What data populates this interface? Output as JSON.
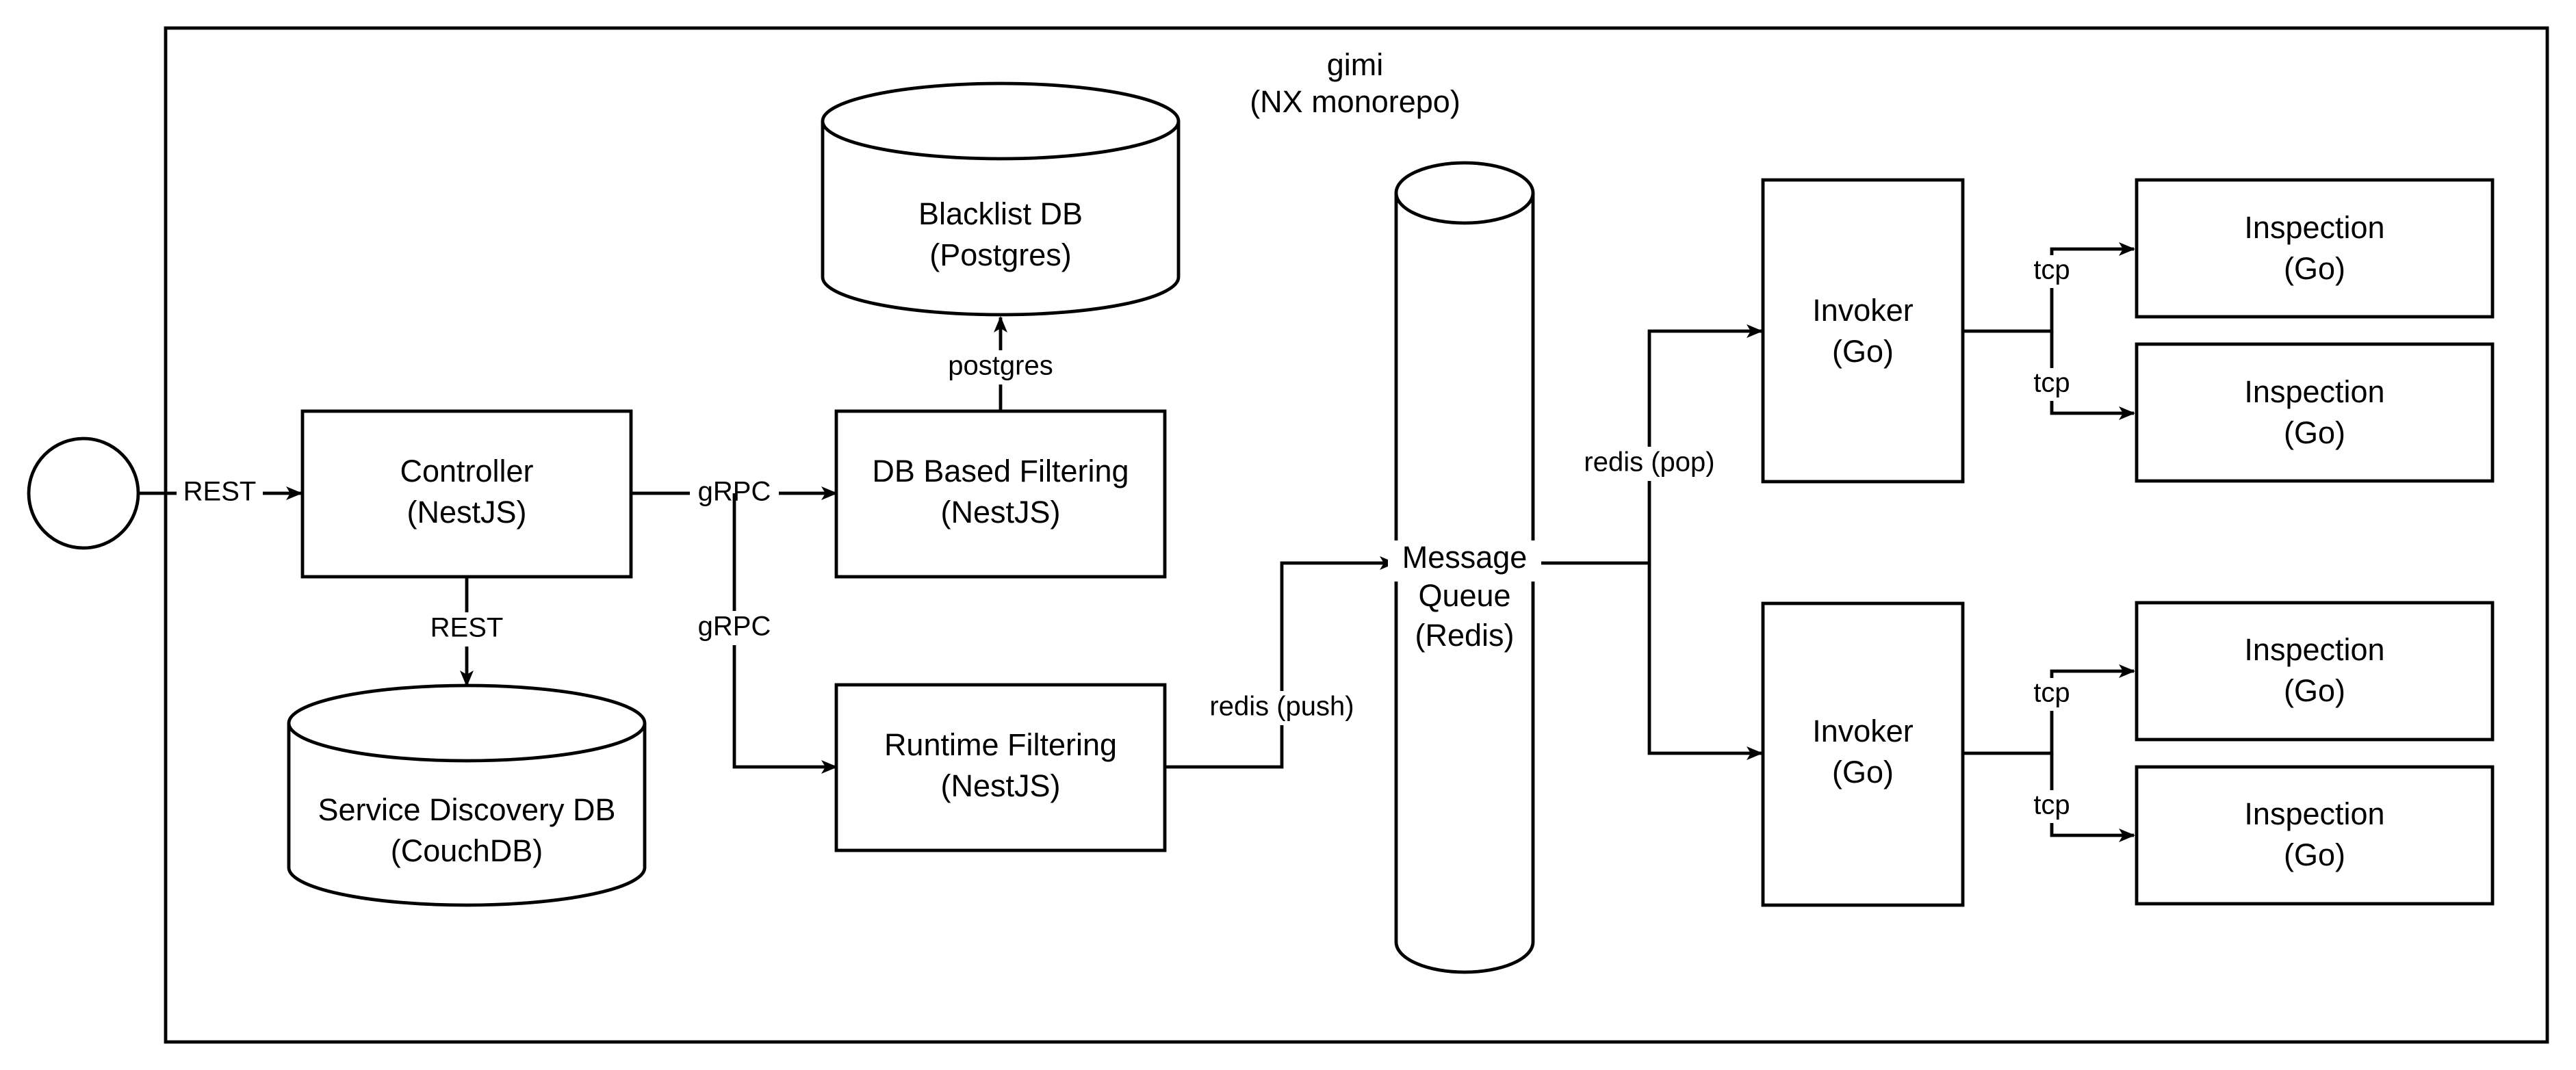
{
  "container": {
    "title": "gimi",
    "subtitle": "(NX monorepo)"
  },
  "nodes": {
    "controller": {
      "line1": "Controller",
      "line2": "(NestJS)"
    },
    "db_filter": {
      "line1": "DB Based Filtering",
      "line2": "(NestJS)"
    },
    "runtime_filter": {
      "line1": "Runtime Filtering",
      "line2": "(NestJS)"
    },
    "blacklist_db": {
      "line1": "Blacklist DB",
      "line2": "(Postgres)"
    },
    "service_discovery_db": {
      "line1": "Service Discovery DB",
      "line2": "(CouchDB)"
    },
    "message_queue": {
      "line1": "Message",
      "line2": "Queue",
      "line3": "(Redis)"
    },
    "invoker_top": {
      "line1": "Invoker",
      "line2": "(Go)"
    },
    "invoker_bottom": {
      "line1": "Invoker",
      "line2": "(Go)"
    },
    "inspection_1": {
      "line1": "Inspection",
      "line2": "(Go)"
    },
    "inspection_2": {
      "line1": "Inspection",
      "line2": "(Go)"
    },
    "inspection_3": {
      "line1": "Inspection",
      "line2": "(Go)"
    },
    "inspection_4": {
      "line1": "Inspection",
      "line2": "(Go)"
    }
  },
  "edges": {
    "client_to_controller": "REST",
    "controller_to_db_filter": "gRPC",
    "controller_to_runtime_filter": "gRPC",
    "controller_to_service_discovery": "REST",
    "db_filter_to_blacklist": "postgres",
    "runtime_to_queue": "redis (push)",
    "queue_to_invokers": "redis (pop)",
    "invoker_top_to_inspection_1": "tcp",
    "invoker_top_to_inspection_2": "tcp",
    "invoker_bottom_to_inspection_3": "tcp",
    "invoker_bottom_to_inspection_4": "tcp"
  }
}
